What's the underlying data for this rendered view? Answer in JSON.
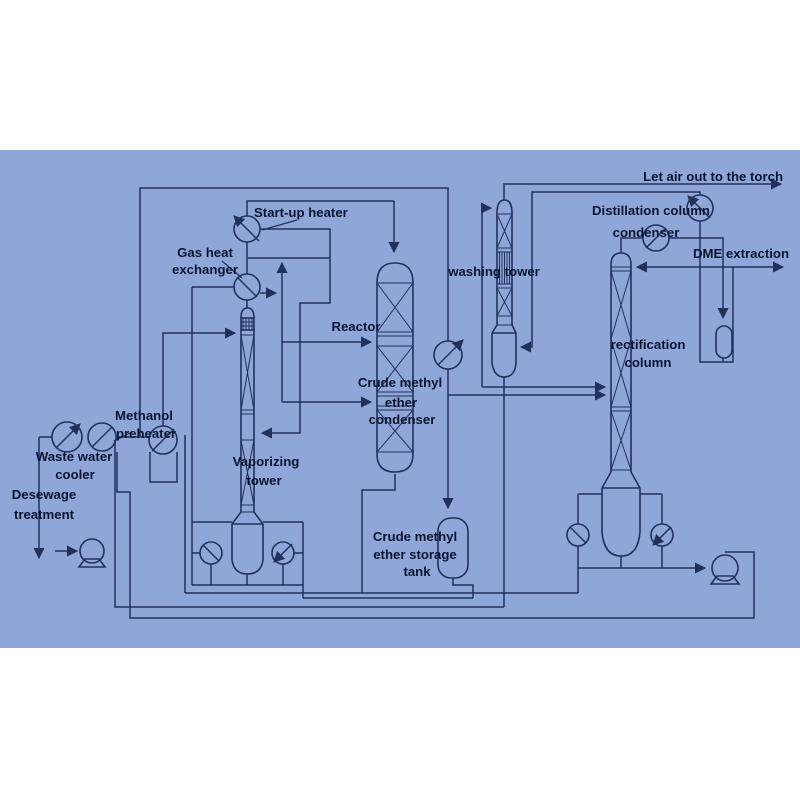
{
  "diagram_title": "DME production process flow diagram",
  "colors": {
    "canvas": "#ffffff",
    "background": "#8ea6d8",
    "line": "#22315a",
    "text": "#0a1530"
  },
  "labels": {
    "let_air_out": [
      "Let air out to the torch"
    ],
    "distillation_column_condenser": [
      "Distillation column",
      "condenser"
    ],
    "dme_extraction": [
      "DME extraction"
    ],
    "start_up_heater": [
      "Start-up heater"
    ],
    "gas_heat_exchanger": [
      "Gas heat",
      "exchanger"
    ],
    "washing_tower": [
      "washing tower"
    ],
    "reactor": [
      "Reactor"
    ],
    "crude_methyl_ether_condenser": [
      "Crude methyl",
      "ether",
      "condenser"
    ],
    "rectification_column": [
      "rectification",
      "column"
    ],
    "methanol_preheater": [
      "Methanol",
      "preheater"
    ],
    "waste_water_cooler": [
      "Waste water",
      "cooler"
    ],
    "desewage_treatment": [
      "Desewage",
      "treatment"
    ],
    "vaporizing_tower": [
      "Vaporizing",
      "tower"
    ],
    "crude_methyl_ether_storage_tank": [
      "Crude methyl",
      "ether storage",
      "tank"
    ]
  }
}
